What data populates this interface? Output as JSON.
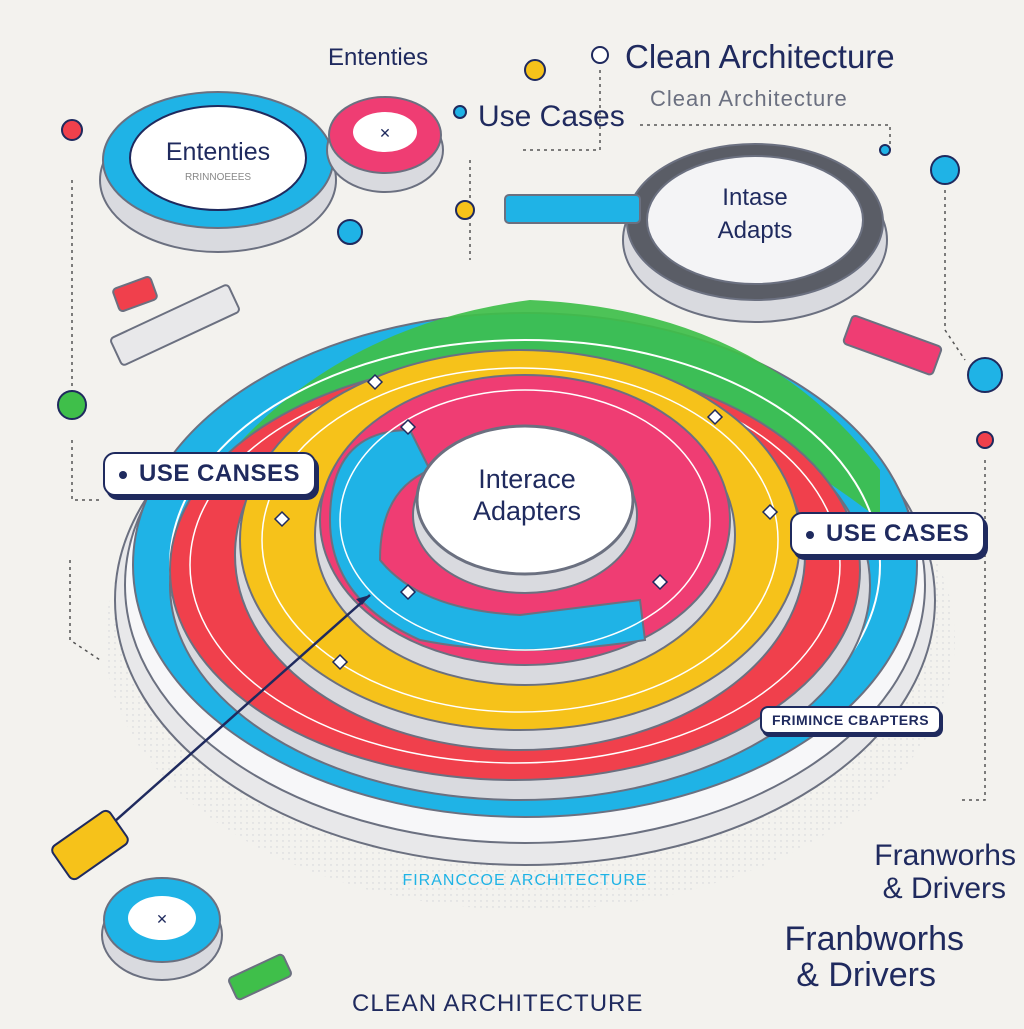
{
  "labels": {
    "top_ententies": "Ententies",
    "title_main": "Clean Architecture",
    "title_sub": "Clean Architecture",
    "top_use_cases": "Use Cases",
    "disk_ententies": "Ententies",
    "disk_ententies_sub": "RRINNOEEES",
    "disk_interface_line1": "Intase",
    "disk_interface_line2": "Adapts",
    "pill_left": "USE CANSES",
    "pill_right": "USE CASES",
    "center_line1": "Interace",
    "center_line2": "Adapters",
    "pill_small": "FRIMINCE CBAPTERS",
    "ring_label": "FIRANCCOE ARCHITECTURE",
    "fw1_line1": "Franworhs",
    "fw1_line2": "& Drivers",
    "fw2_line1": "Franbworhs",
    "fw2_line2": "& Drivers",
    "bottom_title": "CLEAN ARCHITECTURE"
  },
  "colors": {
    "navy": "#1f2a5e",
    "cyan": "#1fb3e6",
    "green": "#3fbf4a",
    "yellow": "#f6c21a",
    "red": "#f0404c",
    "pink": "#ef3d73",
    "outline": "#6b7080"
  }
}
